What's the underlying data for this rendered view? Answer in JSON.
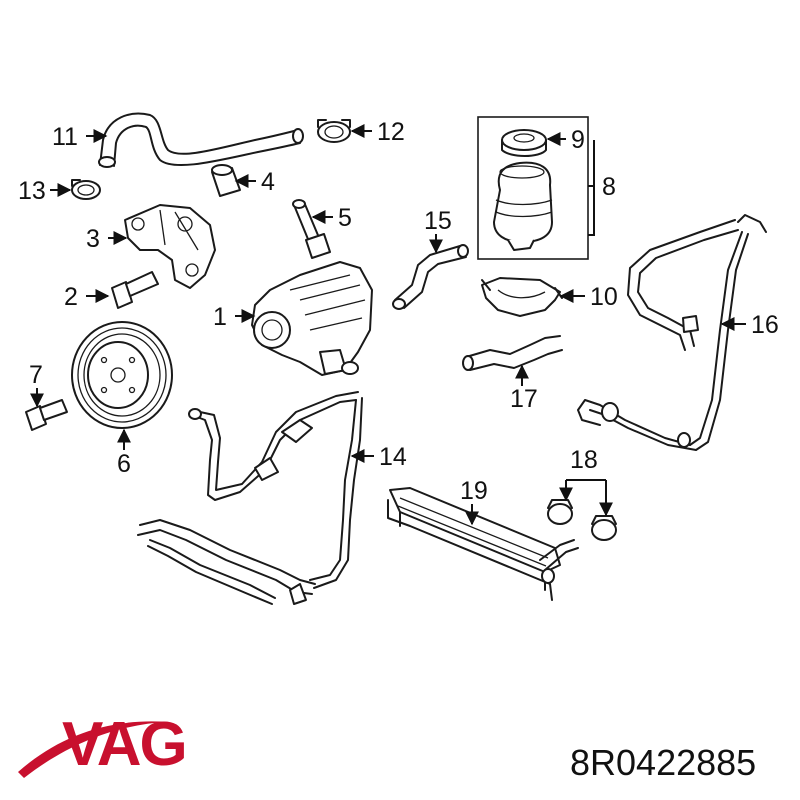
{
  "callouts": [
    "1",
    "2",
    "3",
    "4",
    "5",
    "6",
    "7",
    "8",
    "9",
    "10",
    "11",
    "12",
    "13",
    "14",
    "15",
    "16",
    "17",
    "18",
    "19"
  ],
  "brand": {
    "logo_text": "VAG",
    "logo_color": "#c8102e"
  },
  "part_number": "8R0422885"
}
